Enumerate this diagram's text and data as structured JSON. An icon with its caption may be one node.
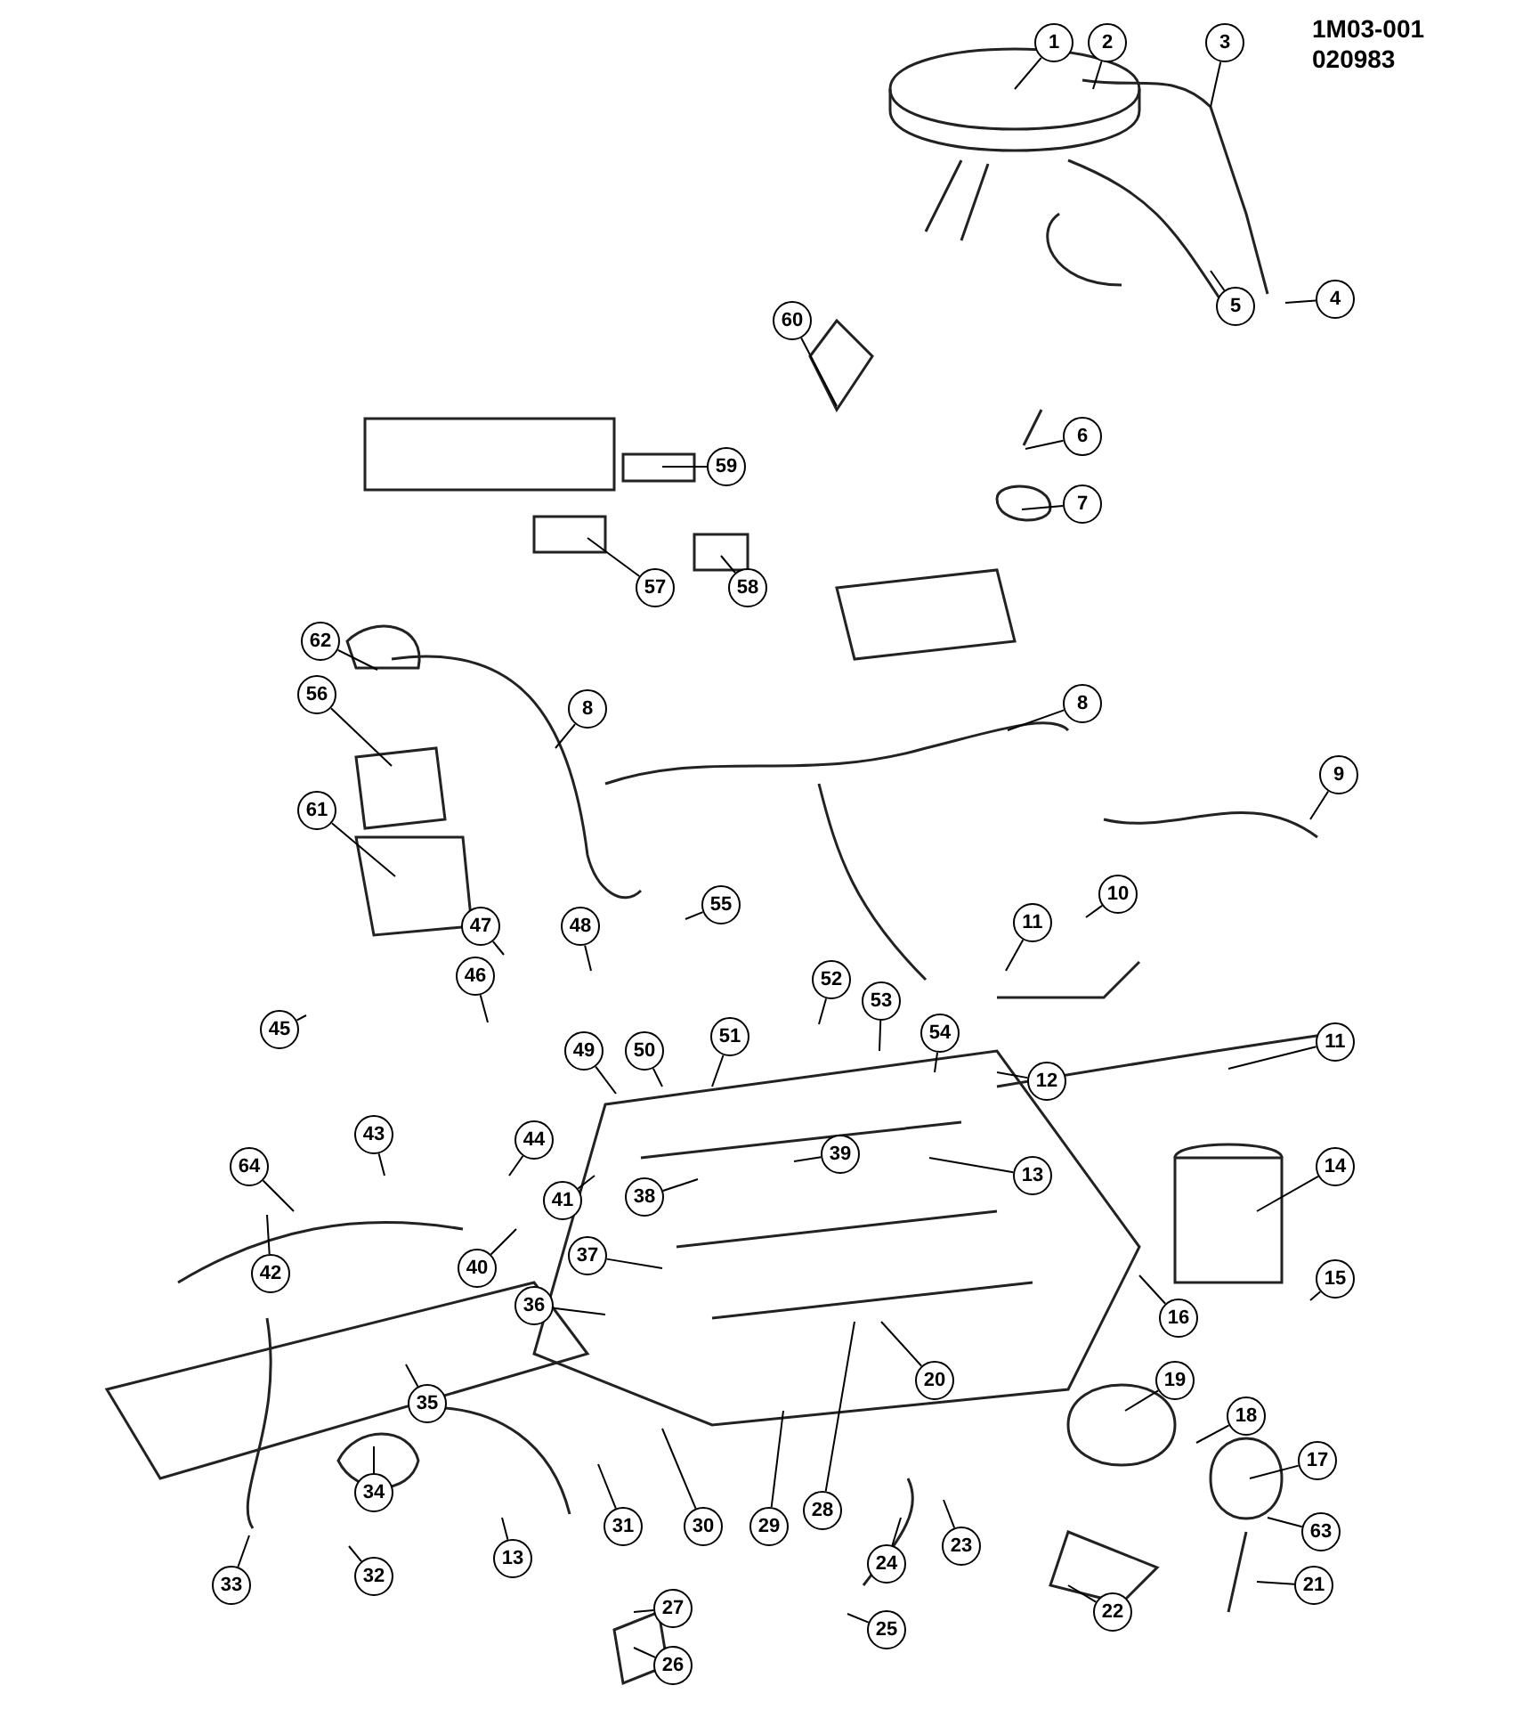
{
  "diagram": {
    "nodes": [
      {
        "text": [
          "1"
        ]
      },
      {
        "text": [
          "2"
        ]
      },
      {
        "text": [
          "3"
        ]
      },
      {
        "text": [
          "4"
        ]
      },
      {
        "text": [
          "5"
        ]
      },
      {
        "text": [
          "60"
        ]
      },
      {
        "text": [
          "59"
        ]
      },
      {
        "text": [
          "6"
        ]
      },
      {
        "text": [
          "7"
        ]
      },
      {
        "text": [
          "57"
        ]
      },
      {
        "text": [
          "58"
        ]
      },
      {
        "text": [
          "62"
        ]
      },
      {
        "text": [
          "56"
        ]
      },
      {
        "text": [
          "8"
        ]
      },
      {
        "text": [
          "8"
        ]
      },
      {
        "text": [
          "9"
        ]
      },
      {
        "text": [
          "61"
        ]
      },
      {
        "text": [
          "10"
        ]
      },
      {
        "text": [
          "55"
        ]
      },
      {
        "text": [
          "47"
        ]
      },
      {
        "text": [
          "48"
        ]
      },
      {
        "text": [
          "11"
        ]
      },
      {
        "text": [
          "46"
        ]
      },
      {
        "text": [
          "45"
        ]
      },
      {
        "text": [
          "52"
        ]
      },
      {
        "text": [
          "53"
        ]
      },
      {
        "text": [
          "54"
        ]
      },
      {
        "text": [
          "11"
        ]
      },
      {
        "text": [
          "49"
        ]
      },
      {
        "text": [
          "50"
        ]
      },
      {
        "text": [
          "51"
        ]
      },
      {
        "text": [
          "12"
        ]
      },
      {
        "text": [
          "64"
        ]
      },
      {
        "text": [
          "43"
        ]
      },
      {
        "text": [
          "44"
        ]
      },
      {
        "text": [
          "39"
        ]
      },
      {
        "text": [
          "13"
        ]
      },
      {
        "text": [
          "14"
        ]
      },
      {
        "text": [
          "38"
        ]
      },
      {
        "text": [
          "41"
        ]
      },
      {
        "text": [
          "42"
        ]
      },
      {
        "text": [
          "40"
        ]
      },
      {
        "text": [
          "37"
        ]
      },
      {
        "text": [
          "36"
        ]
      },
      {
        "text": [
          "15"
        ]
      },
      {
        "text": [
          "16"
        ]
      },
      {
        "text": [
          "20"
        ]
      },
      {
        "text": [
          "19"
        ]
      },
      {
        "text": [
          "35"
        ]
      },
      {
        "text": [
          "18"
        ]
      },
      {
        "text": [
          "17"
        ]
      },
      {
        "text": [
          "34"
        ]
      },
      {
        "text": [
          "31"
        ]
      },
      {
        "text": [
          "30"
        ]
      },
      {
        "text": [
          "29"
        ]
      },
      {
        "text": [
          "28"
        ]
      },
      {
        "text": [
          "23"
        ]
      },
      {
        "text": [
          "63"
        ]
      },
      {
        "text": [
          "13"
        ]
      },
      {
        "text": [
          "24"
        ]
      },
      {
        "text": [
          "21"
        ]
      },
      {
        "text": [
          "32"
        ]
      },
      {
        "text": [
          "33"
        ]
      },
      {
        "text": [
          "27"
        ]
      },
      {
        "text": [
          "22"
        ]
      },
      {
        "text": [
          "25"
        ]
      },
      {
        "text": [
          "26"
        ]
      }
    ],
    "edges": [
      {
        "from": 0,
        "to": null,
        "arrow": "none"
      },
      {
        "from": 1,
        "to": null,
        "arrow": "none"
      },
      {
        "from": 2,
        "to": null,
        "arrow": "none"
      },
      {
        "from": 3,
        "to": null,
        "arrow": "none"
      },
      {
        "from": 4,
        "to": null,
        "arrow": "none"
      },
      {
        "from": 5,
        "to": null,
        "arrow": "none"
      },
      {
        "from": 6,
        "to": null,
        "arrow": "none"
      },
      {
        "from": 7,
        "to": null,
        "arrow": "none"
      },
      {
        "from": 8,
        "to": null,
        "arrow": "none"
      },
      {
        "from": 9,
        "to": null,
        "arrow": "none"
      },
      {
        "from": 10,
        "to": null,
        "arrow": "none"
      },
      {
        "from": 11,
        "to": null,
        "arrow": "none"
      },
      {
        "from": 12,
        "to": null,
        "arrow": "none"
      },
      {
        "from": 13,
        "to": null,
        "arrow": "none"
      },
      {
        "from": 14,
        "to": null,
        "arrow": "none"
      },
      {
        "from": 15,
        "to": null,
        "arrow": "none"
      },
      {
        "from": 16,
        "to": null,
        "arrow": "none"
      },
      {
        "from": 17,
        "to": null,
        "arrow": "none"
      },
      {
        "from": 18,
        "to": null,
        "arrow": "none"
      },
      {
        "from": 19,
        "to": null,
        "arrow": "none"
      },
      {
        "from": 20,
        "to": null,
        "arrow": "none"
      },
      {
        "from": 21,
        "to": null,
        "arrow": "none"
      },
      {
        "from": 22,
        "to": null,
        "arrow": "none"
      },
      {
        "from": 23,
        "to": null,
        "arrow": "none"
      },
      {
        "from": 24,
        "to": null,
        "arrow": "none"
      },
      {
        "from": 25,
        "to": null,
        "arrow": "none"
      },
      {
        "from": 26,
        "to": null,
        "arrow": "none"
      },
      {
        "from": 27,
        "to": null,
        "arrow": "none"
      },
      {
        "from": 28,
        "to": null,
        "arrow": "none"
      },
      {
        "from": 29,
        "to": null,
        "arrow": "none"
      },
      {
        "from": 30,
        "to": null,
        "arrow": "none"
      },
      {
        "from": 31,
        "to": null,
        "arrow": "none"
      },
      {
        "from": 32,
        "to": null,
        "arrow": "none"
      },
      {
        "from": 33,
        "to": null,
        "arrow": "none"
      },
      {
        "from": 34,
        "to": null,
        "arrow": "none"
      },
      {
        "from": 35,
        "to": null,
        "arrow": "none"
      },
      {
        "from": 36,
        "to": null,
        "arrow": "none"
      },
      {
        "from": 37,
        "to": null,
        "arrow": "none"
      },
      {
        "from": 38,
        "to": null,
        "arrow": "none"
      },
      {
        "from": 39,
        "to": null,
        "arrow": "none"
      },
      {
        "from": 40,
        "to": null,
        "arrow": "none"
      },
      {
        "from": 41,
        "to": null,
        "arrow": "none"
      },
      {
        "from": 42,
        "to": null,
        "arrow": "none"
      },
      {
        "from": 43,
        "to": null,
        "arrow": "none"
      },
      {
        "from": 44,
        "to": null,
        "arrow": "none"
      },
      {
        "from": 45,
        "to": null,
        "arrow": "none"
      },
      {
        "from": 46,
        "to": null,
        "arrow": "none"
      },
      {
        "from": 47,
        "to": null,
        "arrow": "none"
      },
      {
        "from": 48,
        "to": null,
        "arrow": "none"
      },
      {
        "from": 49,
        "to": null,
        "arrow": "none"
      },
      {
        "from": 50,
        "to": null,
        "arrow": "none"
      },
      {
        "from": 51,
        "to": null,
        "arrow": "none"
      },
      {
        "from": 52,
        "to": null,
        "arrow": "none"
      },
      {
        "from": 53,
        "to": null,
        "arrow": "none"
      },
      {
        "from": 54,
        "to": null,
        "arrow": "none"
      },
      {
        "from": 55,
        "to": null,
        "arrow": "none"
      },
      {
        "from": 56,
        "to": null,
        "arrow": "none"
      },
      {
        "from": 57,
        "to": null,
        "arrow": "none"
      },
      {
        "from": 58,
        "to": null,
        "arrow": "none"
      },
      {
        "from": 59,
        "to": null,
        "arrow": "none"
      },
      {
        "from": 60,
        "to": null,
        "arrow": "none"
      },
      {
        "from": 61,
        "to": null,
        "arrow": "none"
      },
      {
        "from": 62,
        "to": null,
        "arrow": "none"
      },
      {
        "from": 63,
        "to": null,
        "arrow": "none"
      },
      {
        "from": 64,
        "to": null,
        "arrow": "none"
      },
      {
        "from": 65,
        "to": null,
        "arrow": "none"
      },
      {
        "from": 66,
        "to": null,
        "arrow": "none"
      }
    ],
    "labels": [
      "1M03-001",
      "020983"
    ]
  }
}
